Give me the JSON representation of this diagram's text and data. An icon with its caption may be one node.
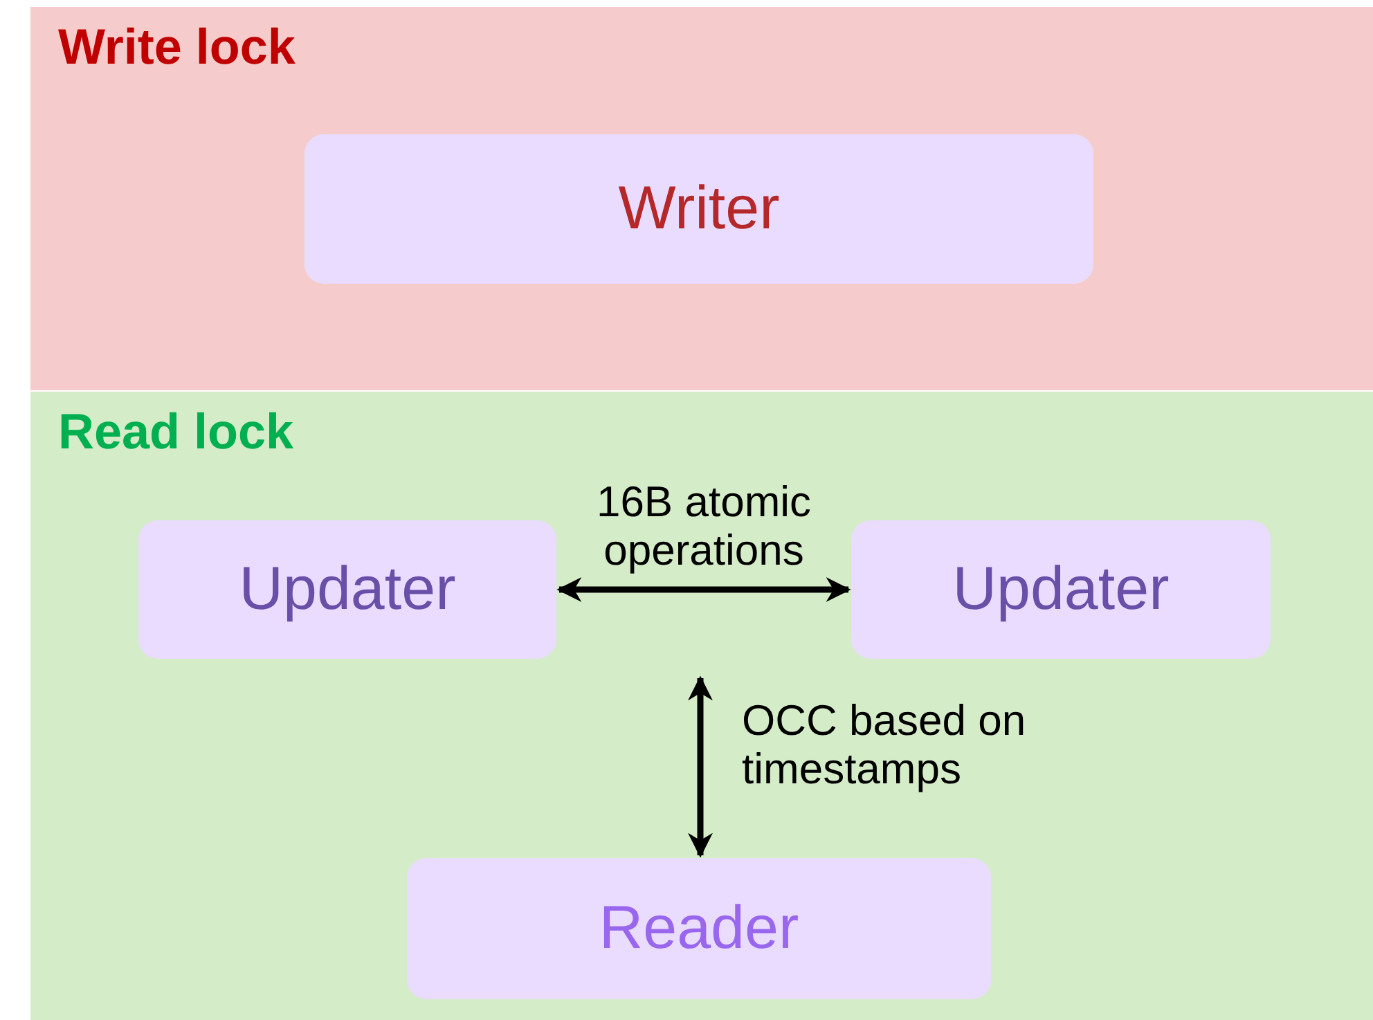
{
  "diagram": {
    "nodes": [
      {
        "text": [
          "Write lock"
        ]
      },
      {
        "text": [
          "Writer"
        ],
        "in": 0
      },
      {
        "text": [
          "Read lock"
        ]
      },
      {
        "text": [
          "Updater"
        ],
        "in": 2
      },
      {
        "text": [
          "Updater"
        ],
        "in": 2
      },
      {
        "text": [
          "Reader"
        ],
        "in": 2
      }
    ],
    "edges": [
      {
        "from": 3,
        "to": 4,
        "arrow": "both",
        "label": "16B atomic operations"
      },
      {
        "from": null,
        "to": 5,
        "arrow": "both",
        "label": "OCC based on timestamps"
      }
    ]
  }
}
